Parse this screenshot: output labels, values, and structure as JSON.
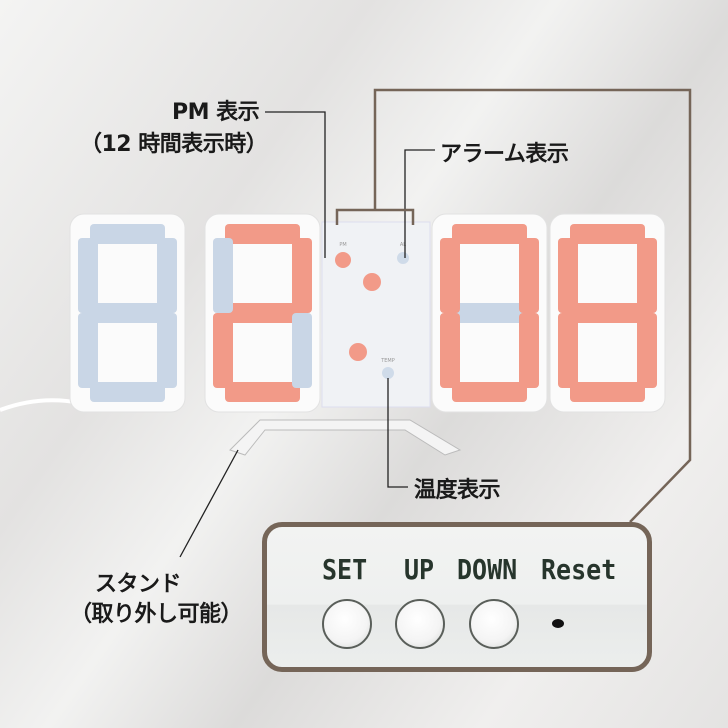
{
  "labels": {
    "pm_line1": "PM 表示",
    "pm_line2": "（12 時間表示時）",
    "alarm": "アラーム表示",
    "temp": "温度表示",
    "stand_line1": "スタンド",
    "stand_line2": "（取り外し可能）"
  },
  "clock": {
    "digits": [
      null,
      2,
      0,
      8
    ],
    "lit_color": "#f29a88",
    "off_color": "#c9d6e6",
    "indicators": {
      "pm": "PM",
      "alarm": "AL",
      "temp": "TEMP"
    },
    "pm_on": true,
    "alarm_on": false,
    "temp_on": false
  },
  "buttons": {
    "set": "SET",
    "up": "UP",
    "down": "DOWN",
    "reset": "Reset"
  },
  "accent": "#756558"
}
